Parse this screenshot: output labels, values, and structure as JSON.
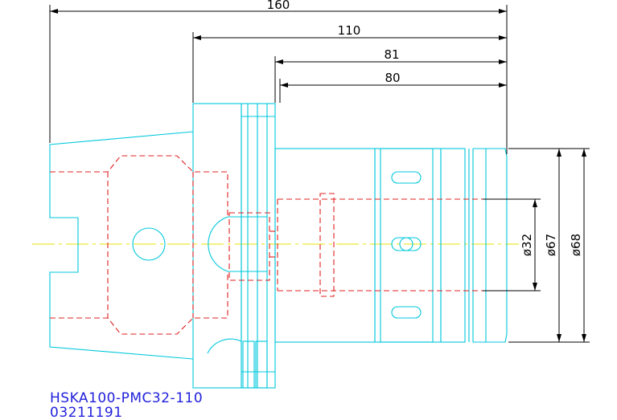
{
  "drawing": {
    "colors": {
      "outline": "#00c8dc",
      "hidden": "#e02020",
      "dimension": "#000000",
      "center": "#e8e000",
      "caption": "#2222dd"
    },
    "dimensions": {
      "len_160": "160",
      "len_110": "110",
      "len_81": "81",
      "len_80": "80",
      "dia_32": "ø32",
      "dia_67": "ø67",
      "dia_68": "ø68"
    },
    "caption": {
      "model": "HSKA100-PMC32-110",
      "code": "03211191"
    }
  }
}
